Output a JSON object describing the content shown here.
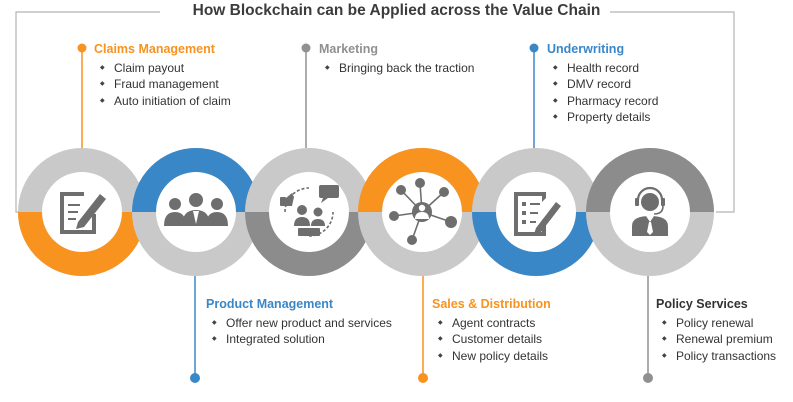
{
  "title": "How Blockchain can be Applied across the Value Chain",
  "colors": {
    "orange": "#f7931e",
    "blue": "#3a87c8",
    "gray": "#909090",
    "light_gray": "#c9c9c9"
  },
  "stages": [
    {
      "icon": "edit-document-icon",
      "accent": "orange"
    },
    {
      "icon": "team-people-icon",
      "accent": "blue"
    },
    {
      "icon": "marketing-people-icon",
      "accent": "gray"
    },
    {
      "icon": "network-person-icon",
      "accent": "orange"
    },
    {
      "icon": "checklist-document-icon",
      "accent": "blue"
    },
    {
      "icon": "support-agent-icon",
      "accent": "gray"
    }
  ],
  "blocks": [
    {
      "heading": "Claims Management",
      "items": [
        "Claim payout",
        "Fraud management",
        "Auto initiation of claim"
      ]
    },
    {
      "heading": "Marketing",
      "items": [
        "Bringing back the traction"
      ]
    },
    {
      "heading": "Underwriting",
      "items": [
        "Health record",
        "DMV record",
        "Pharmacy record",
        "Property details"
      ]
    },
    {
      "heading": "Product Management",
      "items": [
        "Offer new product and services",
        "Integrated solution"
      ]
    },
    {
      "heading": "Sales & Distribution",
      "items": [
        "Agent contracts",
        "Customer details",
        "New policy details"
      ]
    },
    {
      "heading": "Policy Services",
      "items": [
        "Policy renewal",
        "Renewal premium",
        "Policy transactions"
      ]
    }
  ]
}
